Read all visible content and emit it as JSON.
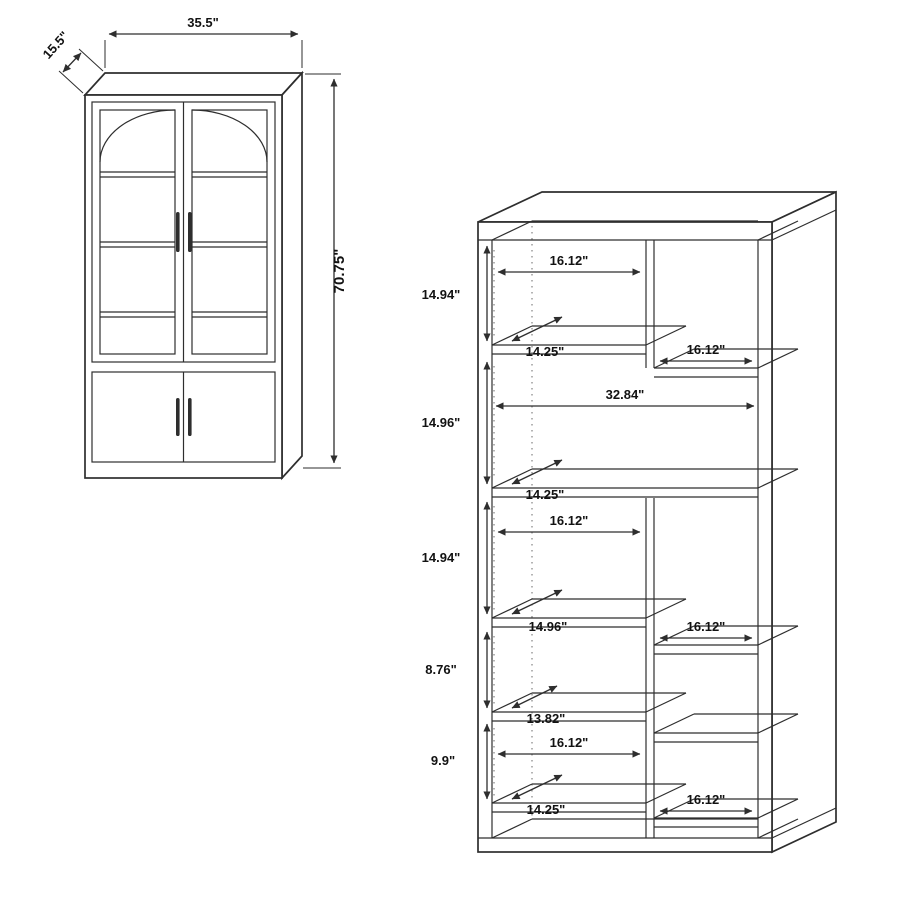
{
  "page": {
    "background": "#ffffff",
    "line_color": "#2e2e2e",
    "label_color": "#121212"
  },
  "cabinet": {
    "width": "35.5\"",
    "depth": "15.5\"",
    "height": "70.75\""
  },
  "bookcase": {
    "labels": {
      "row1_left_width": "16.12\"",
      "row1_height": "14.94\"",
      "row1_left_shelf_depth": "14.25\"",
      "row1_right_shelf_width": "16.12\"",
      "interior_full_width": "32.84\"",
      "row2_height": "14.96\"",
      "row2_shelf_depth": "14.25\"",
      "row3_left_width": "16.12\"",
      "row3_height": "14.94\"",
      "row3_left_shelf_depth": "14.96\"",
      "row3_right_shelf_width": "16.12\"",
      "row4_height": "8.76\"",
      "row4_left_shelf_depth": "13.82\"",
      "row5_left_width": "16.12\"",
      "row5_height": "9.9\"",
      "row5_left_shelf_depth": "14.25\"",
      "row5_right_shelf_width": "16.12\""
    }
  }
}
